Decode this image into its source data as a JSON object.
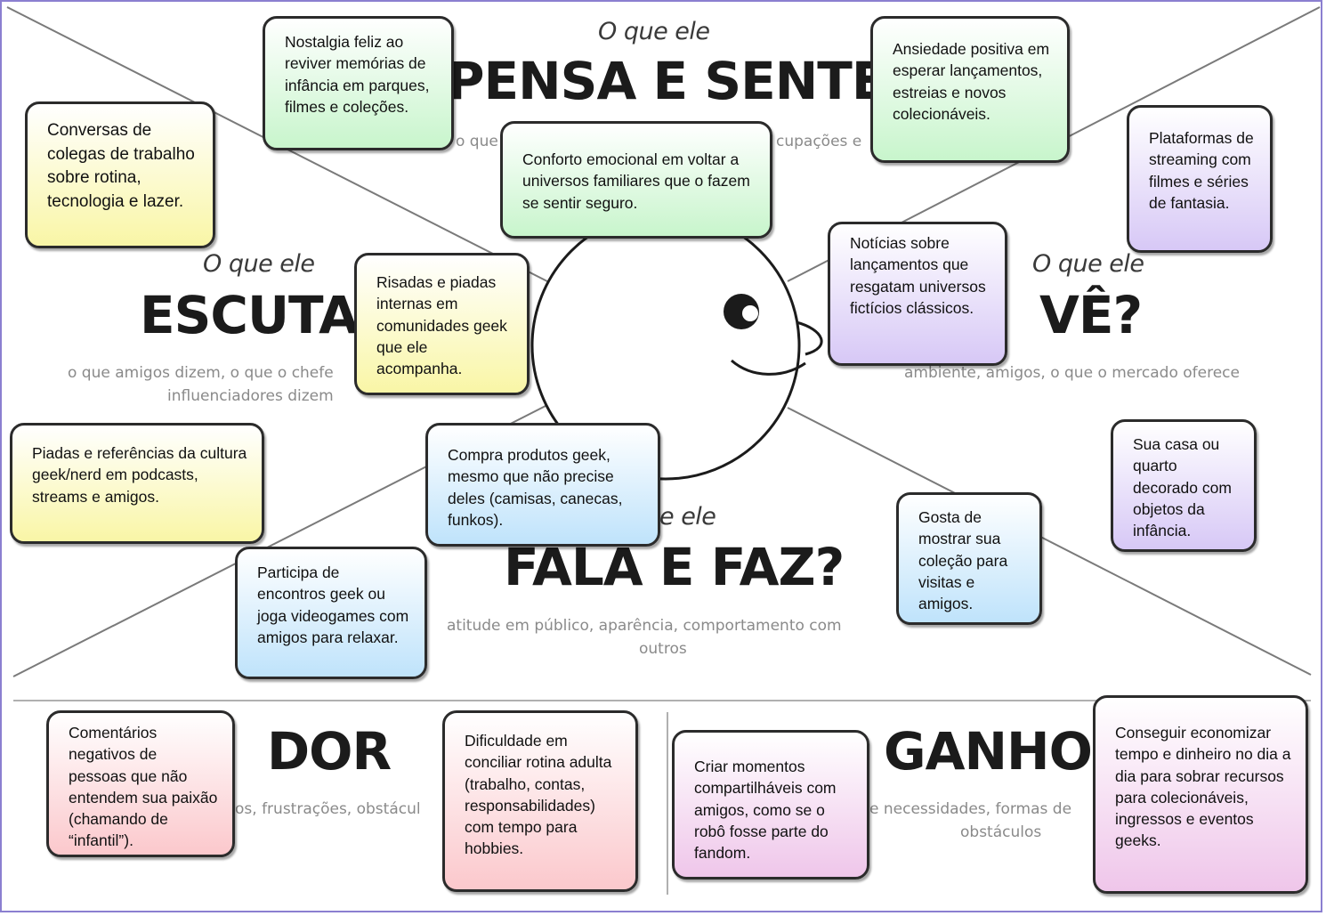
{
  "sections": {
    "pensa": {
      "subtitle": "O que ele",
      "title": "PENSA E SENTE?",
      "description_partial_left": "o que",
      "description_partial_right": "cupações e"
    },
    "escuta": {
      "subtitle": "O que ele",
      "title": "ESCUTA",
      "description_line1": "o que amigos dizem, o que o chefe",
      "description_line2": "influenciadores dizem"
    },
    "ve": {
      "subtitle": "O que ele",
      "title": "VÊ?",
      "description": "ambiente, amigos, o que o mercado oferece"
    },
    "fala": {
      "subtitle": "e ele",
      "title": "FALA E FAZ?",
      "description_line1": "atitude em público, aparência, comportamento com",
      "description_line2": "outros"
    },
    "dor": {
      "title": "DOR",
      "description": "os, frustrações, obstácul"
    },
    "ganho": {
      "title": "GANHO",
      "description_line1": "e necessidades, formas de",
      "description_line2": "obstáculos"
    }
  },
  "notes": {
    "pensa_1": "Nostalgia feliz ao reviver memórias de infância em parques, filmes e coleções.",
    "pensa_2": "Conforto emocional em voltar a universos familiares que o fazem se sentir seguro.",
    "pensa_3": "Ansiedade positiva em esperar lançamentos, estreias e novos colecionáveis.",
    "escuta_1": "Conversas de colegas de trabalho sobre rotina, tecnologia e lazer.",
    "escuta_2": "Risadas e piadas internas em comunidades geek que ele acompanha.",
    "escuta_3": "Piadas e referências da cultura geek/nerd em podcasts, streams e amigos.",
    "ve_1": "Plataformas de streaming com filmes e séries de fantasia.",
    "ve_2": "Notícias sobre lançamentos que resgatam universos fictícios clássicos.",
    "ve_3": "Sua casa ou quarto decorado com objetos da infância.",
    "fala_1": "Compra produtos geek, mesmo que não precise deles (camisas, canecas, funkos).",
    "fala_2": "Participa de encontros geek ou joga videogames com amigos para relaxar.",
    "fala_3": "Gosta de mostrar sua coleção para visitas e amigos.",
    "dor_1": "Comentários negativos de pessoas que não entendem sua paixão (chamando de “infantil”).",
    "dor_2": "Dificuldade em conciliar rotina adulta (trabalho, contas, responsabilidades) com tempo para hobbies.",
    "ganho_1": "Criar momentos compartilháveis com amigos, como se o robô fosse parte do fandom.",
    "ganho_2": "Conseguir economizar tempo e dinheiro no dia a dia para sobrar recursos para colecionáveis, ingressos e eventos geeks."
  },
  "colors": {
    "frame": "#8b7fd0",
    "green_note": "#c8f5cc",
    "yellow_note": "#f9f6a6",
    "purple_note": "#d7c8f6",
    "blue_note": "#bfe3fb",
    "pink_note": "#fbc8cc",
    "magenta_note": "#efc6ea"
  }
}
